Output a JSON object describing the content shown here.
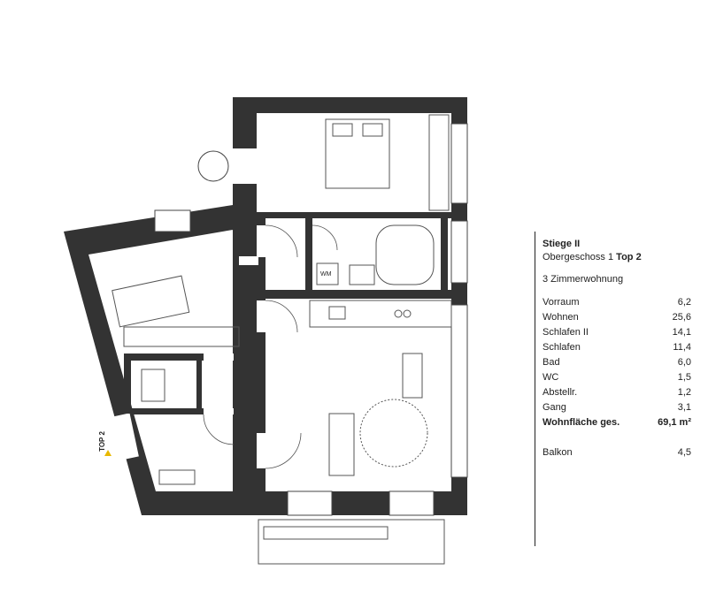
{
  "header": {
    "stair": "Stiege II",
    "floor": "Obergeschoss 1",
    "unit": "Top 2",
    "type": "3 Zimmerwohnung"
  },
  "rooms": [
    {
      "name": "Vorraum",
      "area": "6,2"
    },
    {
      "name": "Wohnen",
      "area": "25,6"
    },
    {
      "name": "Schlafen II",
      "area": "14,1"
    },
    {
      "name": "Schlafen",
      "area": "11,4"
    },
    {
      "name": "Bad",
      "area": "6,0"
    },
    {
      "name": "WC",
      "area": "1,5"
    },
    {
      "name": "Abstellr.",
      "area": "1,2"
    },
    {
      "name": "Gang",
      "area": "3,1"
    }
  ],
  "total": {
    "label": "Wohnfläche ges.",
    "area": "69,1 m²"
  },
  "balcony": {
    "name": "Balkon",
    "area": "4,5"
  },
  "plan": {
    "wm_label": "WM",
    "entry_label": "TOP 2",
    "wall_color": "#333333",
    "entry_marker_color": "#e8b800"
  }
}
